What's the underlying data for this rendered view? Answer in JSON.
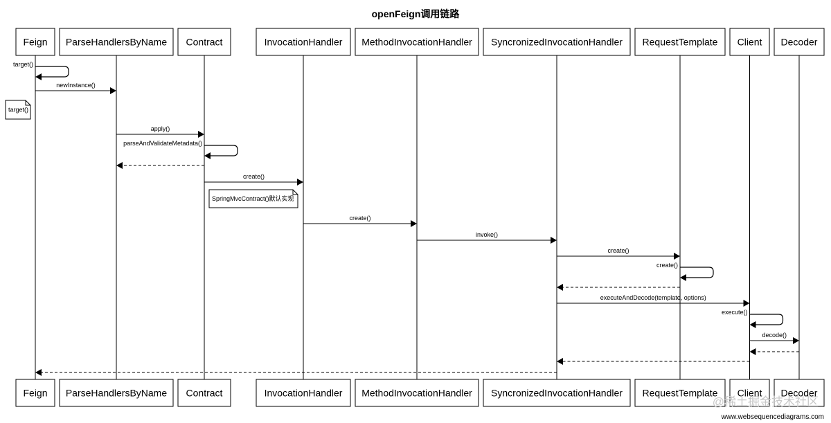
{
  "title": "openFeign调用链路",
  "participants": [
    {
      "id": "feign",
      "label": "Feign"
    },
    {
      "id": "parse",
      "label": "ParseHandlersByName"
    },
    {
      "id": "contract",
      "label": "Contract"
    },
    {
      "id": "invocation",
      "label": "InvocationHandler"
    },
    {
      "id": "method",
      "label": "MethodInvocationHandler"
    },
    {
      "id": "sync",
      "label": "SyncronizedInvocationHandler"
    },
    {
      "id": "template",
      "label": "RequestTemplate"
    },
    {
      "id": "client",
      "label": "Client"
    },
    {
      "id": "decoder",
      "label": "Decoder"
    }
  ],
  "messages": [
    {
      "from": "feign",
      "to": "feign",
      "label": "target()",
      "style": "solid"
    },
    {
      "from": "feign",
      "to": "parse",
      "label": "newInstance()",
      "style": "solid"
    },
    {
      "from": "parse",
      "to": "contract",
      "label": "apply()",
      "style": "solid"
    },
    {
      "from": "contract",
      "to": "contract",
      "label": "parseAndValidateMetadata()",
      "style": "solid"
    },
    {
      "from": "contract",
      "to": "parse",
      "label": "",
      "style": "dashed"
    },
    {
      "from": "contract",
      "to": "invocation",
      "label": "create()",
      "style": "solid"
    },
    {
      "from": "invocation",
      "to": "method",
      "label": "create()",
      "style": "solid"
    },
    {
      "from": "method",
      "to": "sync",
      "label": "invoke()",
      "style": "solid"
    },
    {
      "from": "sync",
      "to": "template",
      "label": "create()",
      "style": "solid"
    },
    {
      "from": "template",
      "to": "template",
      "label": "create()",
      "style": "solid"
    },
    {
      "from": "template",
      "to": "sync",
      "label": "",
      "style": "dashed"
    },
    {
      "from": "sync",
      "to": "client",
      "label": "executeAndDecode(template, options)",
      "style": "solid"
    },
    {
      "from": "client",
      "to": "client",
      "label": "execute()",
      "style": "solid"
    },
    {
      "from": "client",
      "to": "decoder",
      "label": "decode()",
      "style": "solid"
    },
    {
      "from": "decoder",
      "to": "client",
      "label": "",
      "style": "dashed"
    },
    {
      "from": "client",
      "to": "sync",
      "label": "",
      "style": "dashed"
    },
    {
      "from": "sync",
      "to": "feign",
      "label": "",
      "style": "dashed"
    }
  ],
  "notes": [
    {
      "label": "target()"
    },
    {
      "label": "SpringMvcContract()默认实现"
    }
  ],
  "footer": "www.websequencediagrams.com",
  "watermark": "@稀土掘金技术社区"
}
